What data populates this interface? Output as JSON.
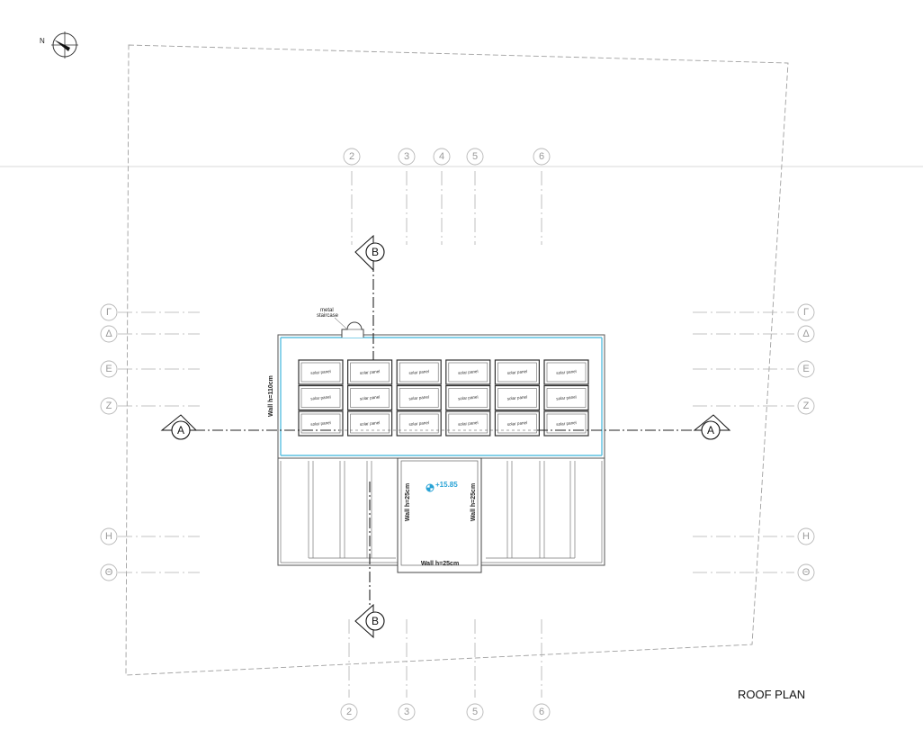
{
  "drawing": {
    "title": "ROOF PLAN",
    "north_label": "N",
    "north_icon": "north-arrow-icon",
    "elevation_icon": "level-marker-icon",
    "elevation": "+15.85",
    "elevation_color": "#29a3d6",
    "roof_edge_color": "#5bc0e0"
  },
  "grid": {
    "top_axes": [
      "2",
      "3",
      "4",
      "5",
      "6"
    ],
    "bottom_axes": [
      "2",
      "3",
      "5",
      "6"
    ],
    "left_axes": [
      "Γ",
      "Δ",
      "Ε",
      "Ζ",
      "Η",
      "Θ"
    ],
    "right_axes": [
      "Γ",
      "Δ",
      "Ε",
      "Ζ",
      "Η",
      "Θ"
    ]
  },
  "sections": {
    "a_left": "A",
    "a_right": "A",
    "b_top": "B",
    "b_bottom": "B"
  },
  "labels": {
    "staircase_line1": "metal",
    "staircase_line2": "staircase",
    "parapet": "Wall h=110cm",
    "wall_left": "Wall h=25cm",
    "wall_right": "Wall h=25cm",
    "wall_bottom": "Wall h=25cm"
  },
  "panels": {
    "label": "solar panel",
    "rows": 3,
    "cols": 6
  }
}
